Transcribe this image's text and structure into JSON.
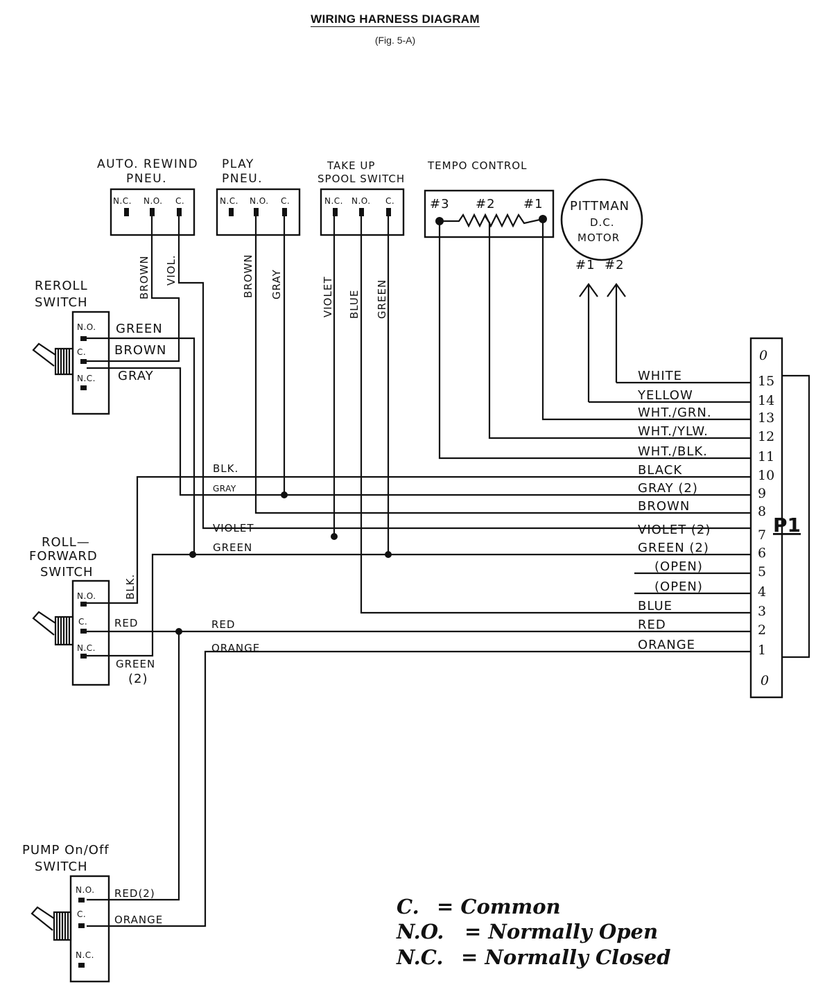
{
  "header": {
    "title": "WIRING HARNESS DIAGRAM",
    "subtitle": "(Fig. 5-A)"
  },
  "components": {
    "auto_rewind": {
      "label_line1": "AUTO. REWIND",
      "label_line2": "PNEU.",
      "terminals": [
        "N.C.",
        "N.O.",
        "C."
      ]
    },
    "play": {
      "label_line1": "PLAY",
      "label_line2": "PNEU.",
      "terminals": [
        "N.C.",
        "N.O.",
        "C."
      ]
    },
    "take_up": {
      "label_line1": "TAKE UP",
      "label_line2": "SPOOL SWITCH",
      "terminals": [
        "N.C.",
        "N.O.",
        "C."
      ]
    },
    "tempo": {
      "label": "TEMPO CONTROL",
      "terminals": [
        "#3",
        "#2",
        "#1"
      ]
    },
    "motor": {
      "line1": "PITTMAN",
      "line2": "D.C.",
      "line3": "MOTOR",
      "terminals": [
        "#1",
        "#2"
      ]
    },
    "reroll": {
      "label_line1": "REROLL",
      "label_line2": "SWITCH",
      "terminals": [
        "N.O.",
        "C.",
        "N.C."
      ]
    },
    "roll_forward": {
      "label_line1": "ROLL—",
      "label_line2": "FORWARD",
      "label_line3": "SWITCH",
      "terminals": [
        "N.O.",
        "C.",
        "N.C."
      ]
    },
    "pump": {
      "label_line1": "PUMP On/Off",
      "label_line2": "SWITCH",
      "terminals": [
        "N.O.",
        "C.",
        "N.C."
      ]
    },
    "connector": {
      "label": "P1",
      "top_pin": "0",
      "bottom_pin": "0"
    }
  },
  "vertical_wire_labels": {
    "auto_brown": "BROWN",
    "auto_viol": "VIOL.",
    "play_brown": "BROWN",
    "play_gray": "GRAY",
    "take_violet": "VIOLET",
    "take_blue": "BLUE",
    "take_green": "GREEN",
    "rf_blk": "BLK."
  },
  "switch_wire_labels": {
    "reroll_green": "GREEN",
    "reroll_brown": "BROWN",
    "reroll_gray": "GRAY",
    "rf_red": "RED",
    "rf_green2_line1": "GREEN",
    "rf_green2_line2": "(2)",
    "pump_red2": "RED(2)",
    "pump_orange": "ORANGE"
  },
  "bus_labels": {
    "blk": "BLK.",
    "gray": "GRAY",
    "violet": "VIOLET",
    "green": "GREEN",
    "red": "RED",
    "orange": "ORANGE"
  },
  "pins": [
    {
      "num": "15",
      "wire": "WHITE"
    },
    {
      "num": "14",
      "wire": "YELLOW"
    },
    {
      "num": "13",
      "wire": "WHT./GRN."
    },
    {
      "num": "12",
      "wire": "WHT./YLW."
    },
    {
      "num": "11",
      "wire": "WHT./BLK."
    },
    {
      "num": "10",
      "wire": "BLACK"
    },
    {
      "num": "9",
      "wire": "GRAY (2)"
    },
    {
      "num": "8",
      "wire": "BROWN"
    },
    {
      "num": "7",
      "wire": "VIOLET (2)"
    },
    {
      "num": "6",
      "wire": "GREEN (2)"
    },
    {
      "num": "5",
      "wire": "(OPEN)"
    },
    {
      "num": "4",
      "wire": "(OPEN)"
    },
    {
      "num": "3",
      "wire": "BLUE"
    },
    {
      "num": "2",
      "wire": "RED"
    },
    {
      "num": "1",
      "wire": "ORANGE"
    }
  ],
  "legend": [
    {
      "abbr": "C.",
      "text": "= Common"
    },
    {
      "abbr": "N.O.",
      "text": "= Normally  Open"
    },
    {
      "abbr": "N.C.",
      "text": "= Normally  Closed"
    }
  ]
}
